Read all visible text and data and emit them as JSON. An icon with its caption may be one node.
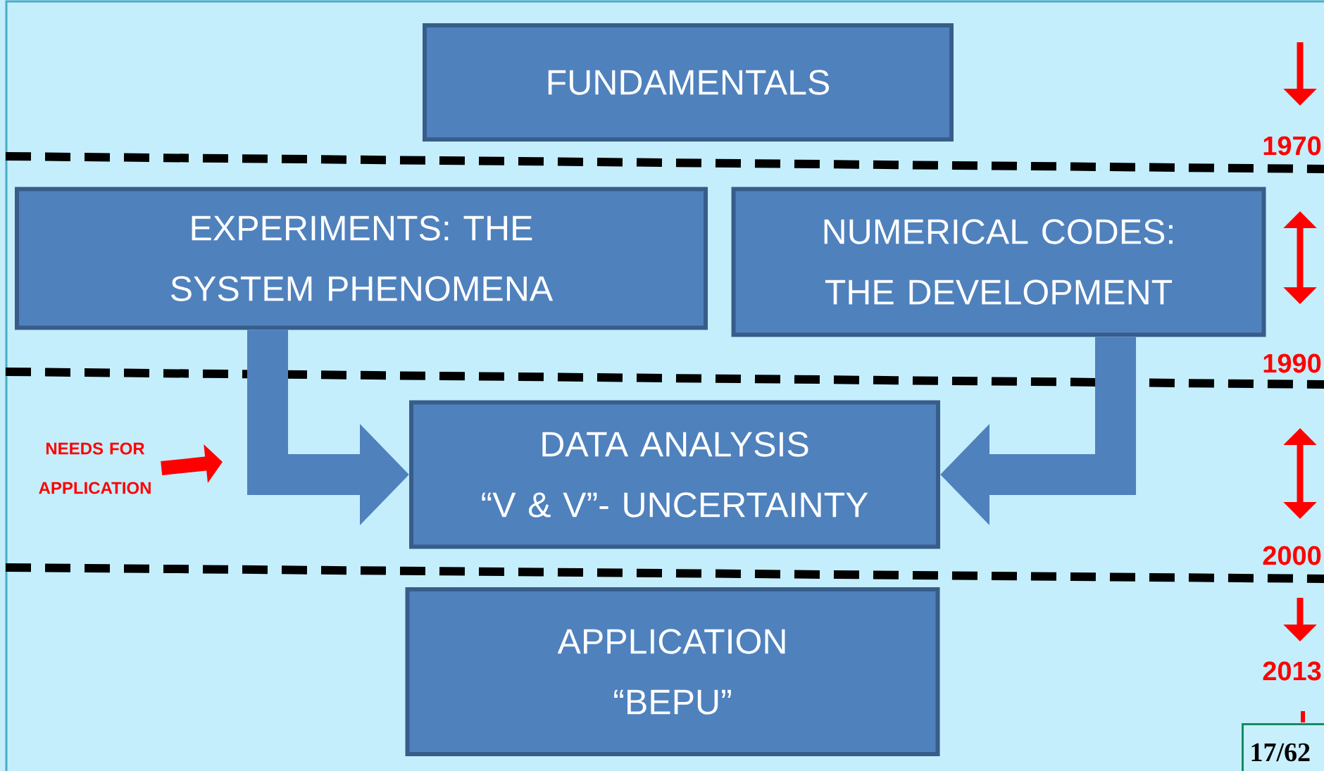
{
  "diagram": {
    "nodes": [
      {
        "text": [
          "FUNDAMENTALS"
        ]
      },
      {
        "text": [
          "EXPERIMENTS: THE SYSTEM PHENOMENA"
        ]
      },
      {
        "text": [
          "NUMERICAL CODES: THE DEVELOPMENT"
        ]
      },
      {
        "text": [
          "DATA ANALYSIS",
          "“V & V”- UNCERTAINTY"
        ]
      },
      {
        "text": [
          "APPLICATION",
          "“BEPU”"
        ]
      },
      {
        "text": [
          "NEEDS FOR APPLICATION"
        ]
      }
    ],
    "edges": [
      {
        "from": 1,
        "to": 3,
        "arrow": "to",
        "color": "#4f81bd"
      },
      {
        "from": 2,
        "to": 3,
        "arrow": "to",
        "color": "#4f81bd"
      },
      {
        "from": 5,
        "to": null,
        "arrow": "to",
        "color": "#ff0000"
      }
    ],
    "labels": [
      "1970",
      "1990",
      "2000",
      "2013",
      "17/62"
    ]
  }
}
